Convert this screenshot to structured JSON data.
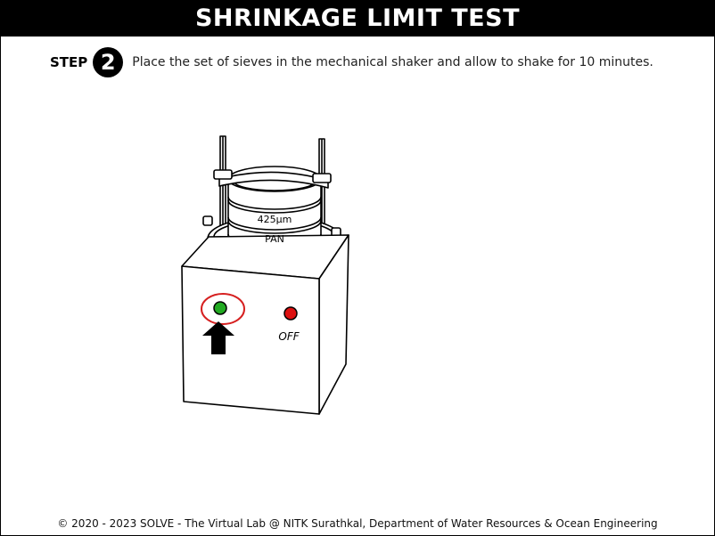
{
  "header": {
    "title": "SHRINKAGE LIMIT TEST"
  },
  "step": {
    "label": "STEP",
    "number": "2",
    "instruction": "Place the set of sieves in the mechanical shaker and allow to shake for 10 minutes."
  },
  "shaker": {
    "sieve_label": "425µm",
    "pan_label": "PAN",
    "on_button_color": "#22aa22",
    "off_button_color": "#dd1111",
    "off_label": "OFF",
    "highlight_color": "#d62020"
  },
  "footer": {
    "copyright": "© 2020 - 2023 SOLVE - The Virtual Lab @ NITK Surathkal, Department of Water Resources & Ocean Engineering"
  }
}
